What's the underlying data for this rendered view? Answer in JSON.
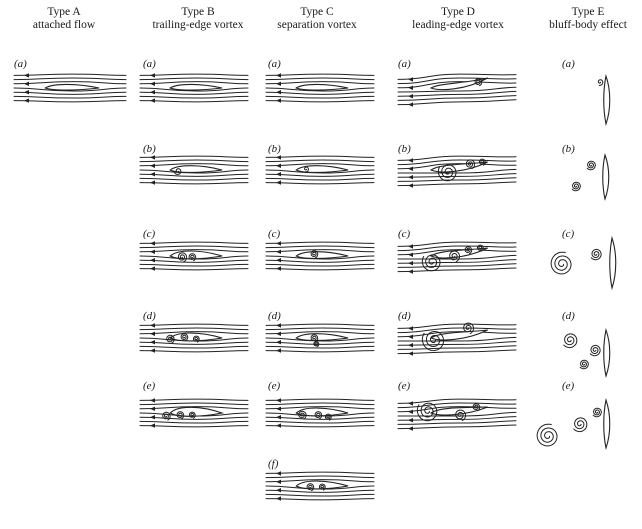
{
  "columns": [
    {
      "id": "A",
      "type_label": "Type A",
      "desc": "attached flow",
      "panels": [
        "(a)"
      ]
    },
    {
      "id": "B",
      "type_label": "Type B",
      "desc": "trailing-edge vortex",
      "panels": [
        "(a)",
        "(b)",
        "(c)",
        "(d)",
        "(e)"
      ]
    },
    {
      "id": "C",
      "type_label": "Type C",
      "desc": "separation vortex",
      "panels": [
        "(a)",
        "(b)",
        "(c)",
        "(d)",
        "(e)",
        "(f)"
      ]
    },
    {
      "id": "D",
      "type_label": "Type D",
      "desc": "leading-edge vortex",
      "panels": [
        "(a)",
        "(b)",
        "(c)",
        "(d)",
        "(e)"
      ]
    },
    {
      "id": "E",
      "type_label": "Type E",
      "desc": "bluff-body effect",
      "panels": [
        "(a)",
        "(b)",
        "(c)",
        "(d)",
        "(e)"
      ]
    }
  ]
}
